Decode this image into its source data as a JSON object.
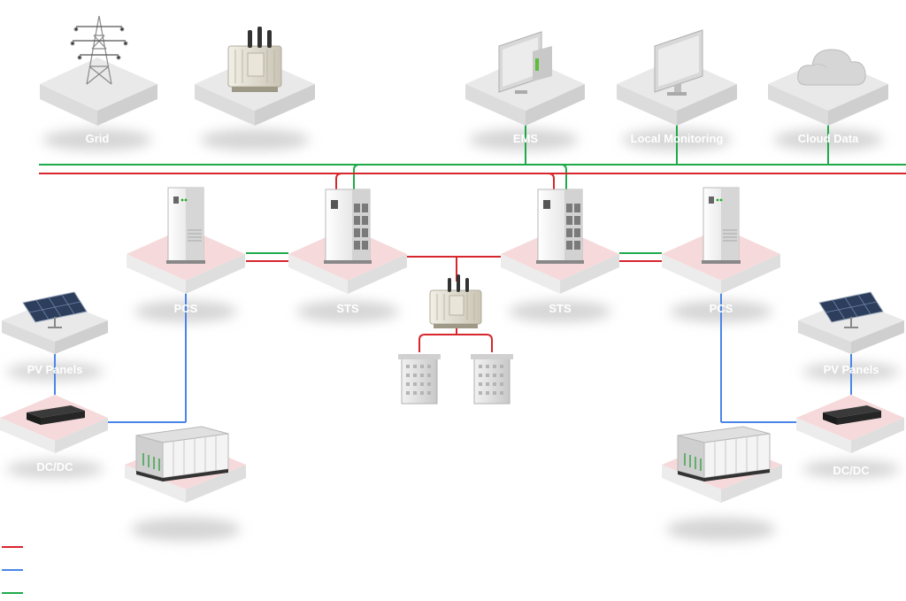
{
  "colors": {
    "ac_line": "#d7262c",
    "dc_line": "#4a86e8",
    "comm_line": "#1faa4a",
    "label_text": "#ffffff",
    "tile_grey": "#e6e6e6",
    "tile_pink": "#f4d4d6",
    "shadow": "#d4d4d4"
  },
  "top_nodes": {
    "grid": {
      "label": "Grid",
      "icon": "transmission-tower-icon"
    },
    "transformer": {
      "label": "",
      "icon": "transformer-icon"
    },
    "ems": {
      "label": "EMS",
      "icon": "monitor-icon"
    },
    "local_monitoring": {
      "label": "Local Monitoring",
      "icon": "monitor-icon"
    },
    "cloud_data": {
      "label": "Cloud Data",
      "icon": "cloud-icon"
    }
  },
  "middle_nodes": {
    "pcs_left": {
      "label": "PCS",
      "icon": "pcs-cabinet-icon"
    },
    "sts_left": {
      "label": "STS",
      "icon": "sts-cabinet-icon"
    },
    "sts_right": {
      "label": "STS",
      "icon": "sts-cabinet-icon"
    },
    "pcs_right": {
      "label": "PCS",
      "icon": "pcs-cabinet-icon"
    },
    "center_transformer": {
      "icon": "transformer-icon"
    },
    "loads": [
      {
        "icon": "building-icon"
      },
      {
        "icon": "building-icon"
      }
    ]
  },
  "bottom_left": {
    "pv_panels": {
      "label": "PV Panels",
      "icon": "solar-panel-icon"
    },
    "dcdc": {
      "label": "DC/DC",
      "icon": "dcdc-converter-icon"
    },
    "battery": {
      "icon": "battery-container-icon"
    }
  },
  "bottom_right": {
    "pv_panels": {
      "label": "PV Panels",
      "icon": "solar-panel-icon"
    },
    "dcdc": {
      "label": "DC/DC",
      "icon": "dcdc-converter-icon"
    },
    "battery": {
      "icon": "battery-container-icon"
    }
  },
  "legend": [
    {
      "color": "#d7262c",
      "label": ""
    },
    {
      "color": "#4a86e8",
      "label": ""
    },
    {
      "color": "#1faa4a",
      "label": ""
    }
  ]
}
